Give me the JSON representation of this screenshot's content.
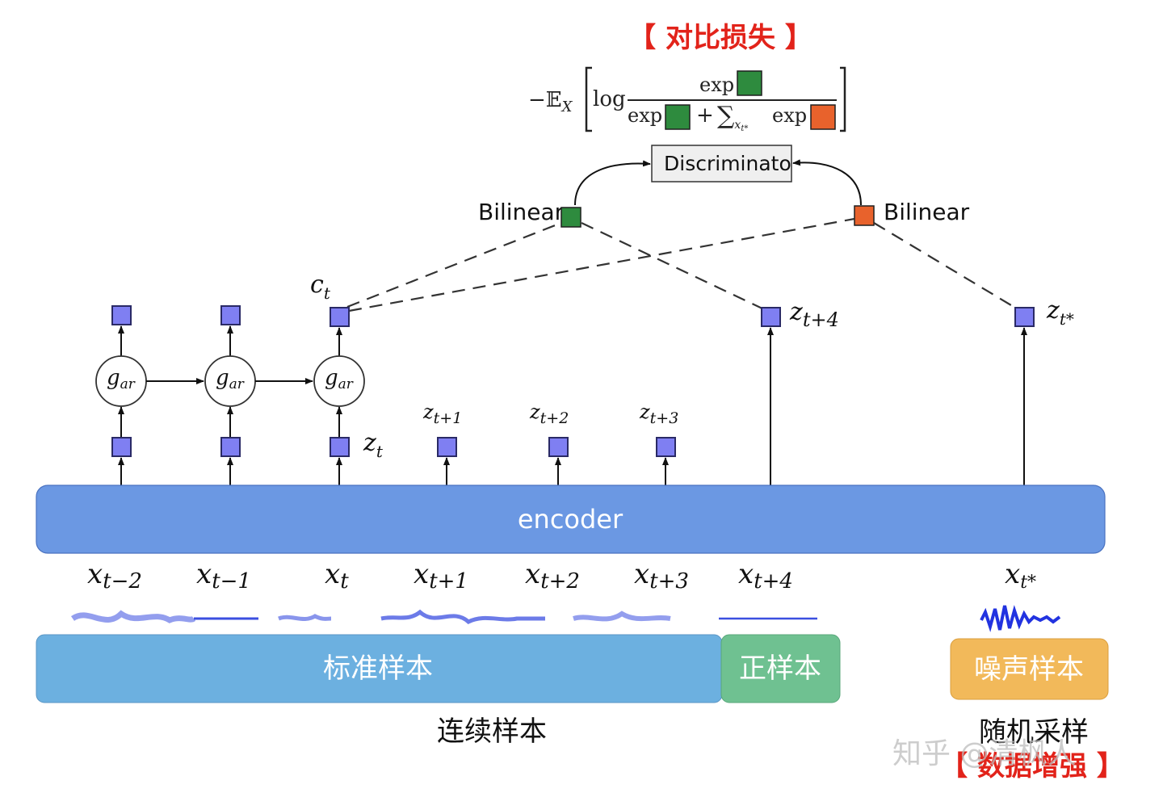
{
  "title": "【 对比损失 】",
  "formula": {
    "neg_expectation": "−𝔼",
    "expectation_sub": "X",
    "log": "log",
    "numerator_exp": "exp",
    "denominator_exp_left": "exp",
    "plus": "+",
    "sigma": "∑",
    "sigma_sub": "x",
    "sigma_sub_sub": "t*",
    "denominator_exp_right": "exp",
    "green": "#2e8b3e",
    "orange": "#e8622c"
  },
  "discriminator": {
    "label": "Discriminato"
  },
  "bilinear_left": {
    "label": "Bilinear"
  },
  "bilinear_right": {
    "label": "Bilinear"
  },
  "gar_nodes": [
    {
      "base": "g",
      "sub": "ar"
    },
    {
      "base": "g",
      "sub": "ar"
    },
    {
      "base": "g",
      "sub": "ar"
    }
  ],
  "context_label": {
    "base": "c",
    "sub": "t"
  },
  "z_labels": {
    "zt": {
      "base": "z",
      "sub": "t"
    },
    "zt1": {
      "base": "z",
      "sub": "t+1"
    },
    "zt2": {
      "base": "z",
      "sub": "t+2"
    },
    "zt3": {
      "base": "z",
      "sub": "t+3"
    },
    "zt4": {
      "base": "z",
      "sub": "t+4"
    },
    "ztstar": {
      "base": "z",
      "sub": "t*"
    }
  },
  "encoder": {
    "label": "encoder",
    "color": "#6b98e3"
  },
  "x_labels": [
    {
      "base": "x",
      "sub": "t−2"
    },
    {
      "base": "x",
      "sub": "t−1"
    },
    {
      "base": "x",
      "sub": "t"
    },
    {
      "base": "x",
      "sub": "t+1"
    },
    {
      "base": "x",
      "sub": "t+2"
    },
    {
      "base": "x",
      "sub": "t+3"
    },
    {
      "base": "x",
      "sub": "t+4"
    },
    {
      "base": "x",
      "sub": "t*"
    }
  ],
  "bars": {
    "standard": {
      "label": "标准样本",
      "color": "#6cb0e0"
    },
    "positive": {
      "label": "正样本",
      "color": "#6fc191"
    },
    "noise": {
      "label": "噪声样本",
      "color": "#f2b95a"
    }
  },
  "captions": {
    "continuous": "连续样本",
    "random": "随机采样",
    "augment": "【 数据增强 】"
  },
  "watermark": "知乎 @清枫人",
  "colors": {
    "node": "#7f7ff2",
    "wave": "#3b4fe0",
    "accent_red": "#e2231a"
  }
}
